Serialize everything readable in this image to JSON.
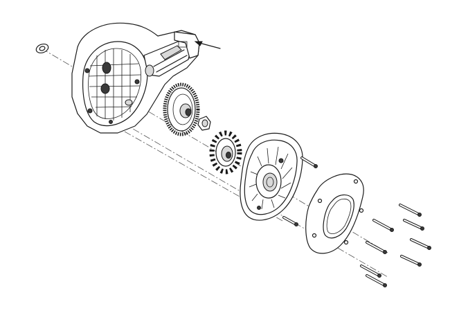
{
  "diagram": {
    "type": "exploded-assembly",
    "parts": [
      "washer",
      "housing",
      "gear",
      "bushing",
      "sprocket",
      "cover-plate",
      "gasket",
      "short-screws",
      "long-screws"
    ],
    "pointer": "leader-arrow"
  }
}
